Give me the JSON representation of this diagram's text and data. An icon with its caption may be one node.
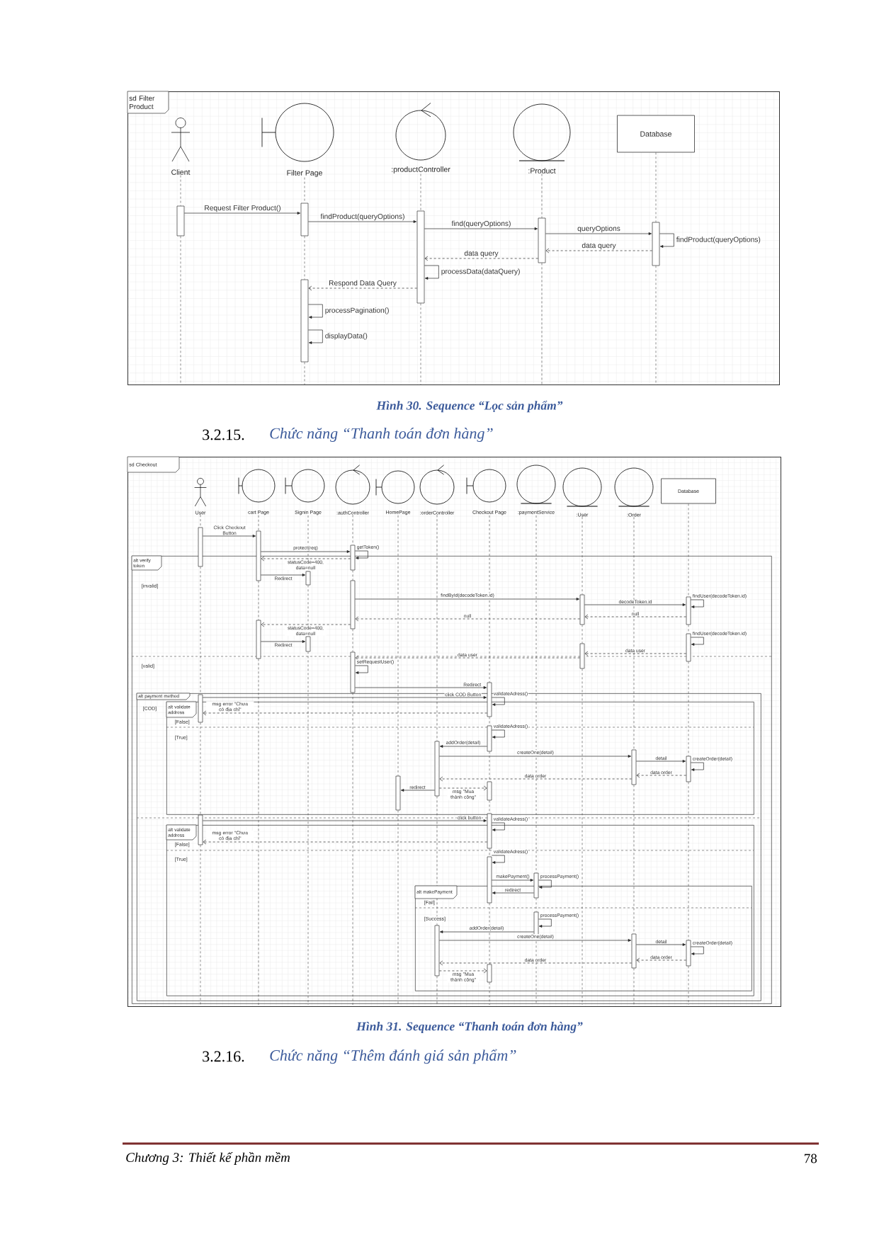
{
  "diagram": {
    "nodes": [
      {
        "text": [
          "sd Filter Product"
        ]
      },
      {
        "text": [
          "Client"
        ],
        "in": 0
      },
      {
        "text": [
          "Filter Page"
        ],
        "in": 0
      },
      {
        "text": [
          ":productController"
        ],
        "in": 0
      },
      {
        "text": [
          ":Product"
        ],
        "in": 0
      },
      {
        "text": [
          "Database"
        ],
        "in": 0
      },
      {
        "text": [
          "sd Checkout"
        ]
      },
      {
        "text": [
          "User"
        ],
        "in": 6
      },
      {
        "text": [
          "cart Page"
        ],
        "in": 6
      },
      {
        "text": [
          "Signin Page"
        ],
        "in": 6
      },
      {
        "text": [
          ":authController"
        ],
        "in": 6
      },
      {
        "text": [
          "HomePage"
        ],
        "in": 6
      },
      {
        "text": [
          ":orderController"
        ],
        "in": 6
      },
      {
        "text": [
          "Checkout Page"
        ],
        "in": 6
      },
      {
        "text": [
          ":paymentService"
        ],
        "in": 6
      },
      {
        "text": [
          ":User"
        ],
        "in": 6
      },
      {
        "text": [
          ":Order"
        ],
        "in": 6
      },
      {
        "text": [
          "Database"
        ],
        "in": 6
      },
      {
        "text": [
          "alt verify token",
          "[invalid]",
          "[valid]"
        ],
        "in": 6
      },
      {
        "text": [
          "alt payment method",
          "[COD]"
        ],
        "in": 18
      },
      {
        "text": [
          "alt validate address",
          "[False]",
          "[True]"
        ],
        "in": 19
      },
      {
        "text": [
          "alt validate address",
          "[False]",
          "[True]"
        ],
        "in": 19
      },
      {
        "text": [
          "alt makePayment",
          "[Fail]",
          "[Success]"
        ],
        "in": 21
      },
      {
        "text": [],
        "shape": "bar",
        "in": 0
      },
      {
        "text": [],
        "shape": "bar",
        "in": 0
      },
      {
        "text": [],
        "shape": "bar",
        "in": 0
      },
      {
        "text": [],
        "shape": "bar",
        "in": 0
      },
      {
        "text": [],
        "shape": "bar",
        "in": 0
      },
      {
        "text": [],
        "shape": "bar",
        "in": 0
      },
      {
        "text": [],
        "shape": "bar",
        "in": 6
      },
      {
        "text": [],
        "shape": "bar",
        "in": 19
      },
      {
        "text": [],
        "shape": "bar",
        "in": 19
      },
      {
        "text": [],
        "shape": "bar",
        "in": 6
      },
      {
        "text": [],
        "shape": "bar",
        "in": 18
      },
      {
        "text": [],
        "shape": "bar",
        "in": 18
      },
      {
        "text": [],
        "shape": "bar",
        "in": 18
      },
      {
        "text": [],
        "shape": "bar",
        "in": 6
      },
      {
        "text": [],
        "shape": "bar",
        "in": 18
      },
      {
        "text": [],
        "shape": "bar",
        "in": 18
      },
      {
        "text": [],
        "shape": "bar",
        "in": 20
      },
      {
        "text": [],
        "shape": "bar",
        "in": 20
      },
      {
        "text": [],
        "shape": "bar",
        "in": 22
      },
      {
        "text": [],
        "shape": "bar",
        "in": 18
      },
      {
        "text": [],
        "shape": "bar",
        "in": 20
      },
      {
        "text": [],
        "shape": "bar",
        "in": 20
      },
      {
        "text": [],
        "shape": "bar",
        "in": 19
      },
      {
        "text": [],
        "shape": "bar",
        "in": 21
      },
      {
        "text": [],
        "shape": "bar",
        "in": 22
      },
      {
        "text": [],
        "shape": "bar",
        "in": 21
      },
      {
        "text": [],
        "shape": "bar",
        "in": 22
      },
      {
        "text": [],
        "shape": "bar",
        "in": 18
      },
      {
        "text": [],
        "shape": "bar",
        "in": 18
      },
      {
        "text": [],
        "shape": "bar",
        "in": 20
      },
      {
        "text": [],
        "shape": "bar",
        "in": 22
      },
      {
        "text": [],
        "shape": "bar",
        "in": 18
      },
      {
        "text": [],
        "shape": "bar",
        "in": 18
      },
      {
        "text": [],
        "shape": "bar",
        "in": 20
      },
      {
        "text": [],
        "shape": "bar",
        "in": 22
      }
    ],
    "edges": [
      {
        "from": 23,
        "to": 24,
        "arrow": "to",
        "label": "Request Filter Product()"
      },
      {
        "from": 24,
        "to": 26,
        "arrow": "to",
        "label": "findProduct(queryOptions)"
      },
      {
        "from": 26,
        "to": 27,
        "arrow": "to",
        "label": "find(queryOptions)"
      },
      {
        "from": 27,
        "to": 28,
        "arrow": "to",
        "label": "queryOptions"
      },
      {
        "from": 28,
        "to": 28,
        "arrow": "to",
        "label": "findProduct(queryOptions)"
      },
      {
        "from": 28,
        "to": 27,
        "arrow": "to",
        "label": "data query",
        "style": "dashed"
      },
      {
        "from": 27,
        "to": 26,
        "arrow": "to",
        "label": "data query",
        "style": "dashed"
      },
      {
        "from": 26,
        "to": 26,
        "arrow": "to",
        "label": "processData(dataQuery)"
      },
      {
        "from": 26,
        "to": 25,
        "arrow": "to",
        "label": "Respond Data Query",
        "style": "dashed"
      },
      {
        "from": 25,
        "to": 25,
        "arrow": "to",
        "label": "processPagination()"
      },
      {
        "from": 25,
        "to": 25,
        "arrow": "to",
        "label": "displayData()"
      },
      {
        "from": 29,
        "to": 32,
        "arrow": "to",
        "label": "Click Checkout Button"
      },
      {
        "from": 32,
        "to": 36,
        "arrow": "to",
        "label": "protect(req)"
      },
      {
        "from": 36,
        "to": 36,
        "arrow": "to",
        "label": "getToken()"
      },
      {
        "from": 36,
        "to": 32,
        "arrow": "to",
        "label": "statusCode=400, data=null",
        "style": "dashed"
      },
      {
        "from": 32,
        "to": 34,
        "arrow": "to",
        "label": "Redirect"
      },
      {
        "from": 37,
        "to": 50,
        "arrow": "to",
        "label": "findById(decodeToken.id)"
      },
      {
        "from": 50,
        "to": 54,
        "arrow": "to",
        "label": "decodeToken.id"
      },
      {
        "from": 54,
        "to": 54,
        "arrow": "to",
        "label": "findUser(decodeToken.id)"
      },
      {
        "from": 54,
        "to": 50,
        "arrow": "to",
        "label": "null",
        "style": "dashed"
      },
      {
        "from": 50,
        "to": 37,
        "arrow": "to",
        "label": "null",
        "style": "dashed"
      },
      {
        "from": 37,
        "to": 33,
        "arrow": "to",
        "label": "statusCode=400, data=null",
        "style": "dashed"
      },
      {
        "from": 33,
        "to": 35,
        "arrow": "to",
        "label": "Redirect"
      },
      {
        "from": 55,
        "to": 55,
        "arrow": "to",
        "label": "findUser(decodeToken.id)"
      },
      {
        "from": 55,
        "to": 51,
        "arrow": "to",
        "label": "data user",
        "style": "dashed"
      },
      {
        "from": 51,
        "to": 38,
        "arrow": "to",
        "label": "data user",
        "style": "dashed"
      },
      {
        "from": 38,
        "to": 38,
        "arrow": "to",
        "label": "setRequestUser()"
      },
      {
        "from": 38,
        "to": 42,
        "arrow": "to",
        "label": "Redirect"
      },
      {
        "from": 30,
        "to": 42,
        "arrow": "to",
        "label": "click COD Button"
      },
      {
        "from": 42,
        "to": 42,
        "arrow": "to",
        "label": "validateAdress()"
      },
      {
        "from": 42,
        "to": 30,
        "arrow": "to",
        "label": "msg error \"Chưa có địa chỉ\"",
        "style": "dashed"
      },
      {
        "from": 43,
        "to": 43,
        "arrow": "to",
        "label": "validateAdress()"
      },
      {
        "from": 43,
        "to": 40,
        "arrow": "to",
        "label": "addOrder(detail)"
      },
      {
        "from": 40,
        "to": 52,
        "arrow": "to",
        "label": "createOne(detail)"
      },
      {
        "from": 52,
        "to": 56,
        "arrow": "to",
        "label": "detail"
      },
      {
        "from": 56,
        "to": 56,
        "arrow": "to",
        "label": "createOrder(detail)"
      },
      {
        "from": 56,
        "to": 52,
        "arrow": "to",
        "label": "data order",
        "style": "dashed"
      },
      {
        "from": 52,
        "to": 40,
        "arrow": "to",
        "label": "data order",
        "style": "dashed"
      },
      {
        "from": 40,
        "to": 44,
        "arrow": "to",
        "label": "msg \"Mua thành công\"",
        "style": "dashed"
      },
      {
        "from": 40,
        "to": 39,
        "arrow": "to",
        "label": "redirect"
      },
      {
        "from": 31,
        "to": 45,
        "arrow": "to",
        "label": "click button"
      },
      {
        "from": 45,
        "to": 45,
        "arrow": "to",
        "label": "validateAdress()"
      },
      {
        "from": 45,
        "to": 31,
        "arrow": "to",
        "label": "msg error \"Chưa có địa chỉ\"",
        "style": "dashed"
      },
      {
        "from": 46,
        "to": 46,
        "arrow": "to",
        "label": "validateAdress()"
      },
      {
        "from": 46,
        "to": 48,
        "arrow": "to",
        "label": "makePayment()"
      },
      {
        "from": 48,
        "to": 48,
        "arrow": "to",
        "label": "processPayment()"
      },
      {
        "from": 48,
        "to": 46,
        "arrow": "to",
        "label": "redirect"
      },
      {
        "from": 49,
        "to": 49,
        "arrow": "to",
        "label": "processPayment()"
      },
      {
        "from": 49,
        "to": 41,
        "arrow": "to",
        "label": "addOrder(detail)"
      },
      {
        "from": 41,
        "to": 53,
        "arrow": "to",
        "label": "createOne(detail)"
      },
      {
        "from": 53,
        "to": 57,
        "arrow": "to",
        "label": "detail"
      },
      {
        "from": 57,
        "to": 57,
        "arrow": "to",
        "label": "createOrder(detail)"
      },
      {
        "from": 57,
        "to": 53,
        "arrow": "to",
        "label": "data order",
        "style": "dashed"
      },
      {
        "from": 53,
        "to": 41,
        "arrow": "to",
        "label": "data order",
        "style": "dashed"
      },
      {
        "from": 41,
        "to": 47,
        "arrow": "to",
        "label": "msg \"Mua thành công\"",
        "style": "dashed"
      },
      {
        "from": 1,
        "to": 23,
        "arrow": "none",
        "style": "dashed"
      },
      {
        "from": 23,
        "to": null,
        "arrow": "none",
        "style": "dashed"
      },
      {
        "from": 2,
        "to": 24,
        "arrow": "none",
        "style": "dashed"
      },
      {
        "from": 24,
        "to": 25,
        "arrow": "none",
        "style": "dashed"
      },
      {
        "from": 25,
        "to": null,
        "arrow": "none",
        "style": "dashed"
      },
      {
        "from": 3,
        "to": 26,
        "arrow": "none",
        "style": "dashed"
      },
      {
        "from": 26,
        "to": null,
        "arrow": "none",
        "style": "dashed"
      },
      {
        "from": 4,
        "to": 27,
        "arrow": "none",
        "style": "dashed"
      },
      {
        "from": 27,
        "to": null,
        "arrow": "none",
        "style": "dashed"
      },
      {
        "from": 5,
        "to": 28,
        "arrow": "none",
        "style": "dashed"
      },
      {
        "from": 28,
        "to": null,
        "arrow": "none",
        "style": "dashed"
      },
      {
        "from": 7,
        "to": 29,
        "arrow": "none",
        "style": "dashed"
      },
      {
        "from": 29,
        "to": 30,
        "arrow": "none",
        "style": "dashed"
      },
      {
        "from": 30,
        "to": 31,
        "arrow": "none",
        "style": "dashed"
      },
      {
        "from": 31,
        "to": null,
        "arrow": "none",
        "style": "dashed"
      },
      {
        "from": 8,
        "to": 32,
        "arrow": "none",
        "style": "dashed"
      },
      {
        "from": 32,
        "to": 33,
        "arrow": "none",
        "style": "dashed"
      },
      {
        "from": 33,
        "to": null,
        "arrow": "none",
        "style": "dashed"
      },
      {
        "from": 9,
        "to": 34,
        "arrow": "none",
        "style": "dashed"
      },
      {
        "from": 34,
        "to": 35,
        "arrow": "none",
        "style": "dashed"
      },
      {
        "from": 35,
        "to": null,
        "arrow": "none",
        "style": "dashed"
      },
      {
        "from": 10,
        "to": 36,
        "arrow": "none",
        "style": "dashed"
      },
      {
        "from": 36,
        "to": 37,
        "arrow": "none",
        "style": "dashed"
      },
      {
        "from": 37,
        "to": 38,
        "arrow": "none",
        "style": "dashed"
      },
      {
        "from": 38,
        "to": null,
        "arrow": "none",
        "style": "dashed"
      },
      {
        "from": 11,
        "to": 39,
        "arrow": "none",
        "style": "dashed"
      },
      {
        "from": 39,
        "to": null,
        "arrow": "none",
        "style": "dashed"
      },
      {
        "from": 12,
        "to": 40,
        "arrow": "none",
        "style": "dashed"
      },
      {
        "from": 40,
        "to": 41,
        "arrow": "none",
        "style": "dashed"
      },
      {
        "from": 41,
        "to": null,
        "arrow": "none",
        "style": "dashed"
      },
      {
        "from": 13,
        "to": 42,
        "arrow": "none",
        "style": "dashed"
      },
      {
        "from": 42,
        "to": 43,
        "arrow": "none",
        "style": "dashed"
      },
      {
        "from": 43,
        "to": 44,
        "arrow": "none",
        "style": "dashed"
      },
      {
        "from": 44,
        "to": 45,
        "arrow": "none",
        "style": "dashed"
      },
      {
        "from": 45,
        "to": 46,
        "arrow": "none",
        "style": "dashed"
      },
      {
        "from": 46,
        "to": 47,
        "arrow": "none",
        "style": "dashed"
      },
      {
        "from": 47,
        "to": null,
        "arrow": "none",
        "style": "dashed"
      },
      {
        "from": 14,
        "to": 48,
        "arrow": "none",
        "style": "dashed"
      },
      {
        "from": 48,
        "to": 49,
        "arrow": "none",
        "style": "dashed"
      },
      {
        "from": 49,
        "to": null,
        "arrow": "none",
        "style": "dashed"
      },
      {
        "from": 15,
        "to": 50,
        "arrow": "none",
        "style": "dashed"
      },
      {
        "from": 50,
        "to": 51,
        "arrow": "none",
        "style": "dashed"
      },
      {
        "from": 51,
        "to": null,
        "arrow": "none",
        "style": "dashed"
      },
      {
        "from": 16,
        "to": 52,
        "arrow": "none",
        "style": "dashed"
      },
      {
        "from": 52,
        "to": 53,
        "arrow": "none",
        "style": "dashed"
      },
      {
        "from": 53,
        "to": null,
        "arrow": "none",
        "style": "dashed"
      },
      {
        "from": 17,
        "to": 54,
        "arrow": "none",
        "style": "dashed"
      },
      {
        "from": 54,
        "to": 55,
        "arrow": "none",
        "style": "dashed"
      },
      {
        "from": 55,
        "to": 56,
        "arrow": "none",
        "style": "dashed"
      },
      {
        "from": 56,
        "to": 57,
        "arrow": "none",
        "style": "dashed"
      },
      {
        "from": 57,
        "to": null,
        "arrow": "none",
        "style": "dashed"
      }
    ],
    "labels": [
      "Hình 30. Sequence “Lọc sản phẩm”",
      "3.2.15.",
      "Chức năng “Thanh toán đơn hàng”",
      "Hình 31. Sequence “Thanh toán đơn hàng”",
      "3.2.16.",
      "Chức năng “Thêm đánh giá sản phẩm”",
      "Chương 3: Thiết kế phần mềm",
      "78"
    ]
  }
}
